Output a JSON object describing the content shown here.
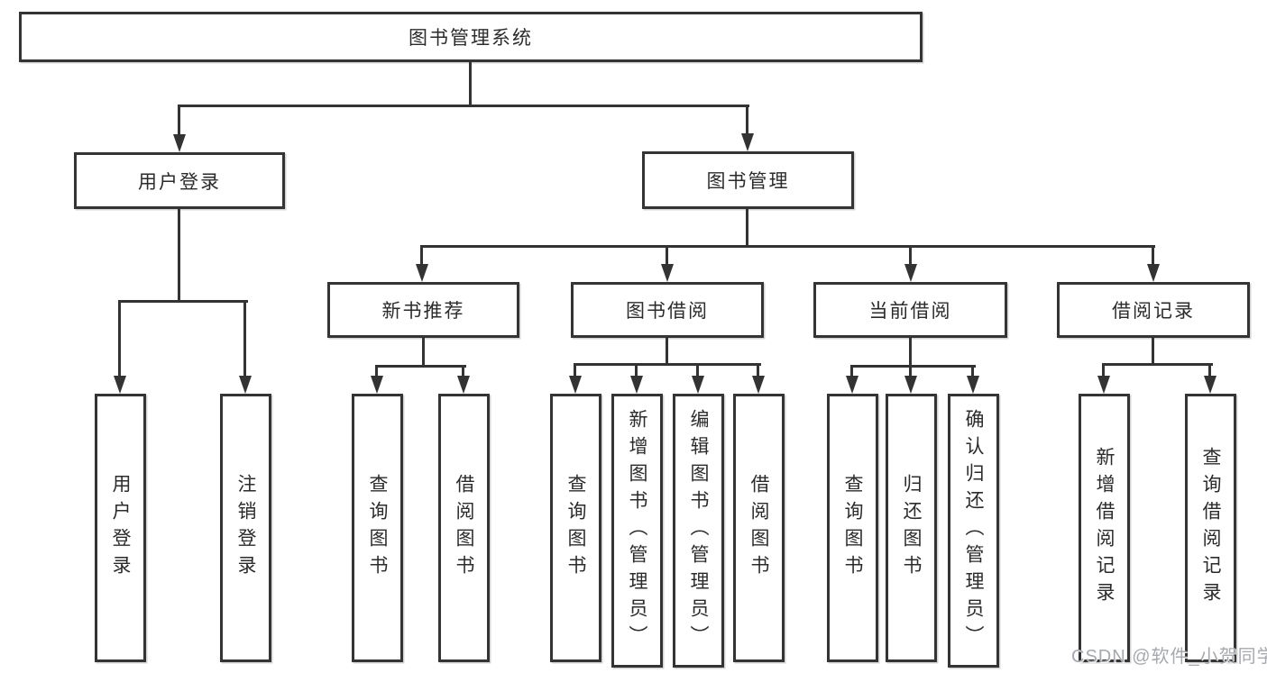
{
  "tree": {
    "root": "图书管理系统",
    "branches": [
      {
        "label": "用户登录",
        "children": [
          "用户登录",
          "注销登录"
        ]
      },
      {
        "label": "图书管理",
        "groups": [
          {
            "label": "新书推荐",
            "children": [
              "查询图书",
              "借阅图书"
            ]
          },
          {
            "label": "图书借阅",
            "children": [
              "查询图书",
              "新增图书（管理员）",
              "编辑图书（管理员）",
              "借阅图书"
            ]
          },
          {
            "label": "当前借阅",
            "children": [
              "查询图书",
              "归还图书",
              "确认归还（管理员）"
            ]
          },
          {
            "label": "借阅记录",
            "children": [
              "新增借阅记录",
              "查询借阅记录"
            ]
          }
        ]
      }
    ]
  },
  "watermark": "CSDN @软件_小贺同学",
  "colors": {
    "line": "#333333",
    "box_border": "#343434",
    "text": "#2b2b2b",
    "watermark": "#a6a9ad",
    "background": "#ffffff"
  }
}
